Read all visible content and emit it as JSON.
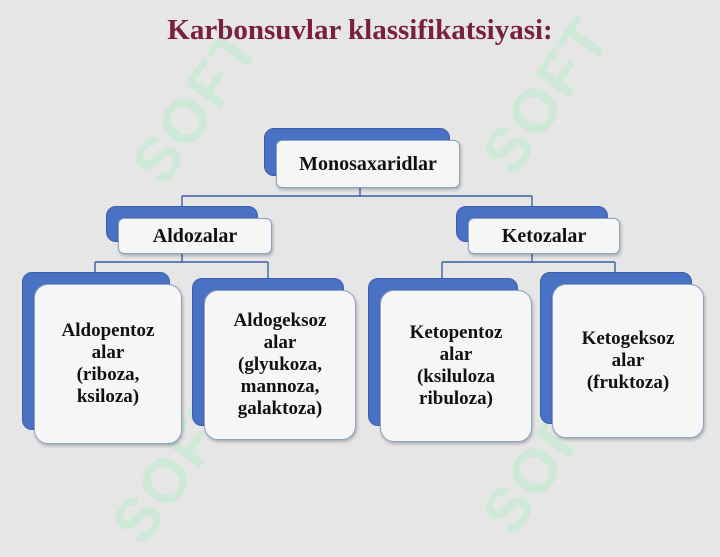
{
  "title": "Karbonsuvlar klassifikatsiyasi:",
  "watermark": "SOFT",
  "root": {
    "label": "Monosaxaridlar"
  },
  "groups": [
    {
      "label": "Aldozalar"
    },
    {
      "label": "Ketozalar"
    }
  ],
  "leaves": [
    {
      "label": "Aldopentoz\nalar\n(riboza,\nksiloza)"
    },
    {
      "label": "Aldogeksoz\nalar\n(glyukoza,\nmannoza,\ngalaktoza)"
    },
    {
      "label": "Ketopentoz\nalar\n(ksiluloza\nribuloza)"
    },
    {
      "label": "Ketogeksoz\nalar\n(fruktoza)"
    }
  ],
  "colors": {
    "title": "#7a1f3d",
    "accent": "#4a72c4",
    "box_fill": "#f6f6f6",
    "background": "#e6e6e6",
    "watermark": "#c8ead4"
  }
}
